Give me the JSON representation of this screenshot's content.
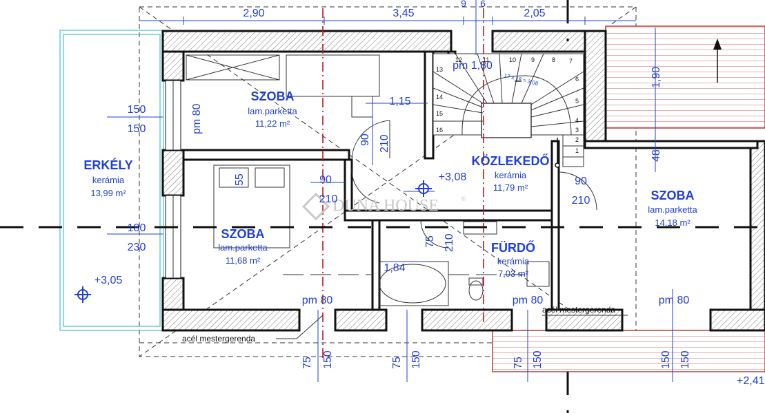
{
  "rooms": {
    "szoba1": {
      "name": "SZOBA",
      "floor": "lam.parketta",
      "area": "11,22 m²"
    },
    "erkely": {
      "name": "ERKÉLY",
      "floor": "kerámia",
      "area": "13,99 m²"
    },
    "szoba2": {
      "name": "SZOBA",
      "floor": "lam.parketta",
      "area": "11,68 m²"
    },
    "kozlekedo": {
      "name": "KÖZLEKEDŐ",
      "floor": "kerámia",
      "area": "11,79 m²"
    },
    "furdo": {
      "name": "FÜRDŐ",
      "floor": "kerámia",
      "area": "7,03 m²"
    },
    "szoba3": {
      "name": "SZOBA",
      "floor": "lam.parketta",
      "area": "14,18 m²"
    }
  },
  "dimensions": {
    "top_1": "2,90",
    "top_2": "3,45",
    "top_3": "2,05",
    "top_cut": "9",
    "top_cut2": "6",
    "right_190": "1,90",
    "right_48": "48",
    "d115": "1,15",
    "d184": "1,84",
    "d55": "55",
    "d_150a": "150",
    "d_150b": "150",
    "d_180": "180",
    "d_230": "230",
    "door1_w": "90",
    "door1_h": "210",
    "door2_w": "90",
    "door2_h": "210",
    "door3_w": "90",
    "door3_h": "210",
    "door4_w": "75",
    "door4_h": "210",
    "win1_a": "75",
    "win1_b": "150",
    "win2_a": "75",
    "win2_b": "150",
    "win3_a": "75",
    "win3_b": "150",
    "win4_a": "150",
    "win4_b": "150"
  },
  "parapets": {
    "pm_top": "pm 1,80",
    "pm_left": "pm 80",
    "pm_bottom1": "pm 80",
    "pm_bottom2": "pm 80",
    "pm_bottom3": "pm 80"
  },
  "levels": {
    "level_center": "+3,08",
    "level_balcony": "+3,05",
    "level_right": "+2,41"
  },
  "stairs": {
    "formula": "17 x 18 = 3,08",
    "steps": [
      "1",
      "2",
      "3",
      "4",
      "5",
      "6",
      "7",
      "8",
      "9",
      "10",
      "11",
      "12",
      "13",
      "14",
      "15",
      "16"
    ]
  },
  "annotations": {
    "beam_bottom": "acél mestergerenda",
    "beam_right": "acél mestergerenda"
  },
  "watermark": {
    "brand": "DUNA HOUSE",
    "reg": "®"
  },
  "colors": {
    "text_blue": "#1f3fd6",
    "axis_red": "#c01818",
    "cyan": "#49c0c0",
    "wall": "#111111"
  }
}
